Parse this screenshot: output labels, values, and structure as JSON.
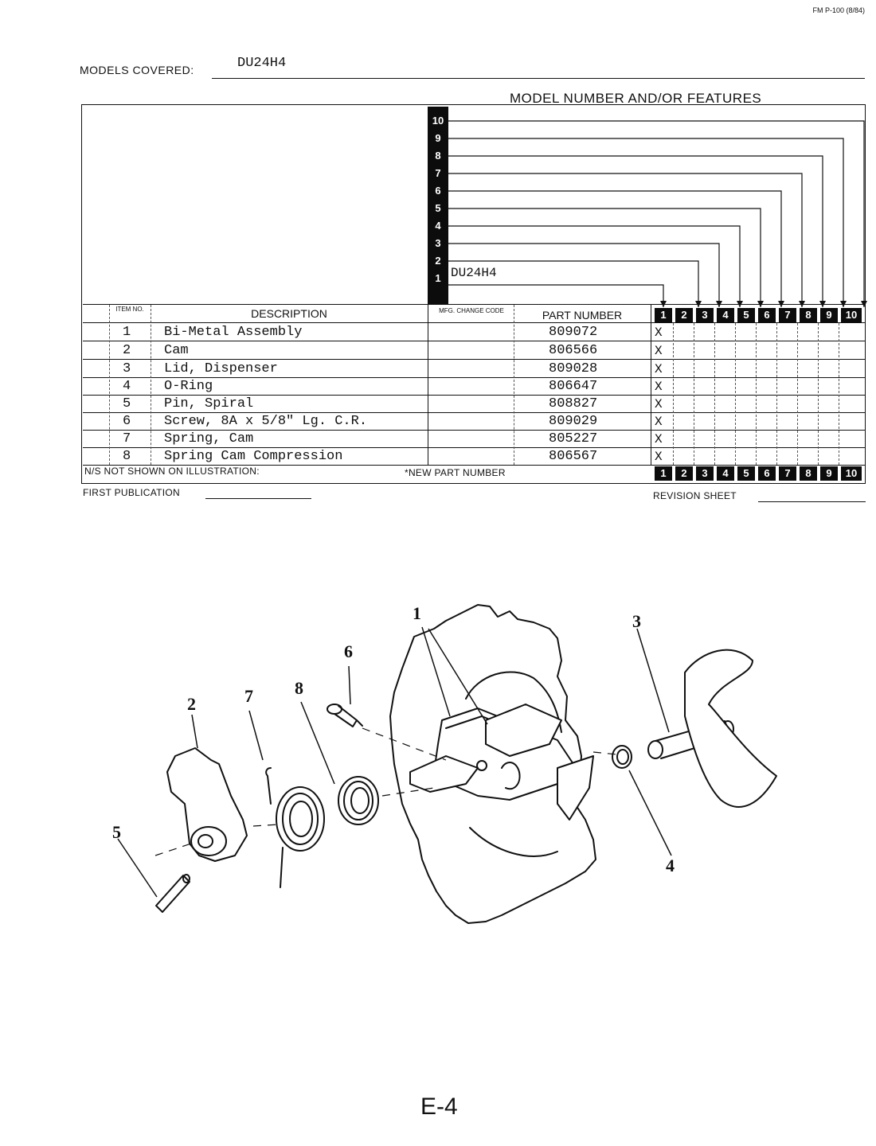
{
  "form_code": "FM P-100 (8/84)",
  "models_covered_label": "MODELS COVERED:",
  "models_covered_value": "DU24H4",
  "model_features_title": "MODEL NUMBER AND/OR FEATURES",
  "model_slots": [
    "10",
    "9",
    "8",
    "7",
    "6",
    "5",
    "4",
    "3",
    "2",
    "1"
  ],
  "model_1_value": "DU24H4",
  "columns": {
    "item_no": "ITEM NO.",
    "description": "DESCRIPTION",
    "mfg_change_code": "MFG. CHANGE CODE",
    "part_number": "PART NUMBER"
  },
  "model_columns": [
    "1",
    "2",
    "3",
    "4",
    "5",
    "6",
    "7",
    "8",
    "9",
    "10"
  ],
  "parts": [
    {
      "item": "1",
      "description": "Bi-Metal Assembly",
      "part_number": "809072",
      "mark": "X"
    },
    {
      "item": "2",
      "description": "Cam",
      "part_number": "806566",
      "mark": "X"
    },
    {
      "item": "3",
      "description": "Lid, Dispenser",
      "part_number": "809028",
      "mark": "X"
    },
    {
      "item": "4",
      "description": "O-Ring",
      "part_number": "806647",
      "mark": "X"
    },
    {
      "item": "5",
      "description": "Pin, Spiral",
      "part_number": "808827",
      "mark": "X"
    },
    {
      "item": "6",
      "description": "Screw, 8A x 5/8\" Lg. C.R.",
      "part_number": "809029",
      "mark": "X"
    },
    {
      "item": "7",
      "description": "Spring, Cam",
      "part_number": "805227",
      "mark": "X"
    },
    {
      "item": "8",
      "description": "Spring  Cam Compression",
      "part_number": "806567",
      "mark": "X"
    }
  ],
  "ns_note": "N/S NOT SHOWN ON ILLUSTRATION:",
  "new_part_note": "*NEW PART NUMBER",
  "first_publication_label": "FIRST PUBLICATION",
  "revision_sheet_label": "REVISION SHEET",
  "callouts": [
    "1",
    "2",
    "3",
    "4",
    "5",
    "6",
    "7",
    "8"
  ],
  "page_id": "E-4"
}
